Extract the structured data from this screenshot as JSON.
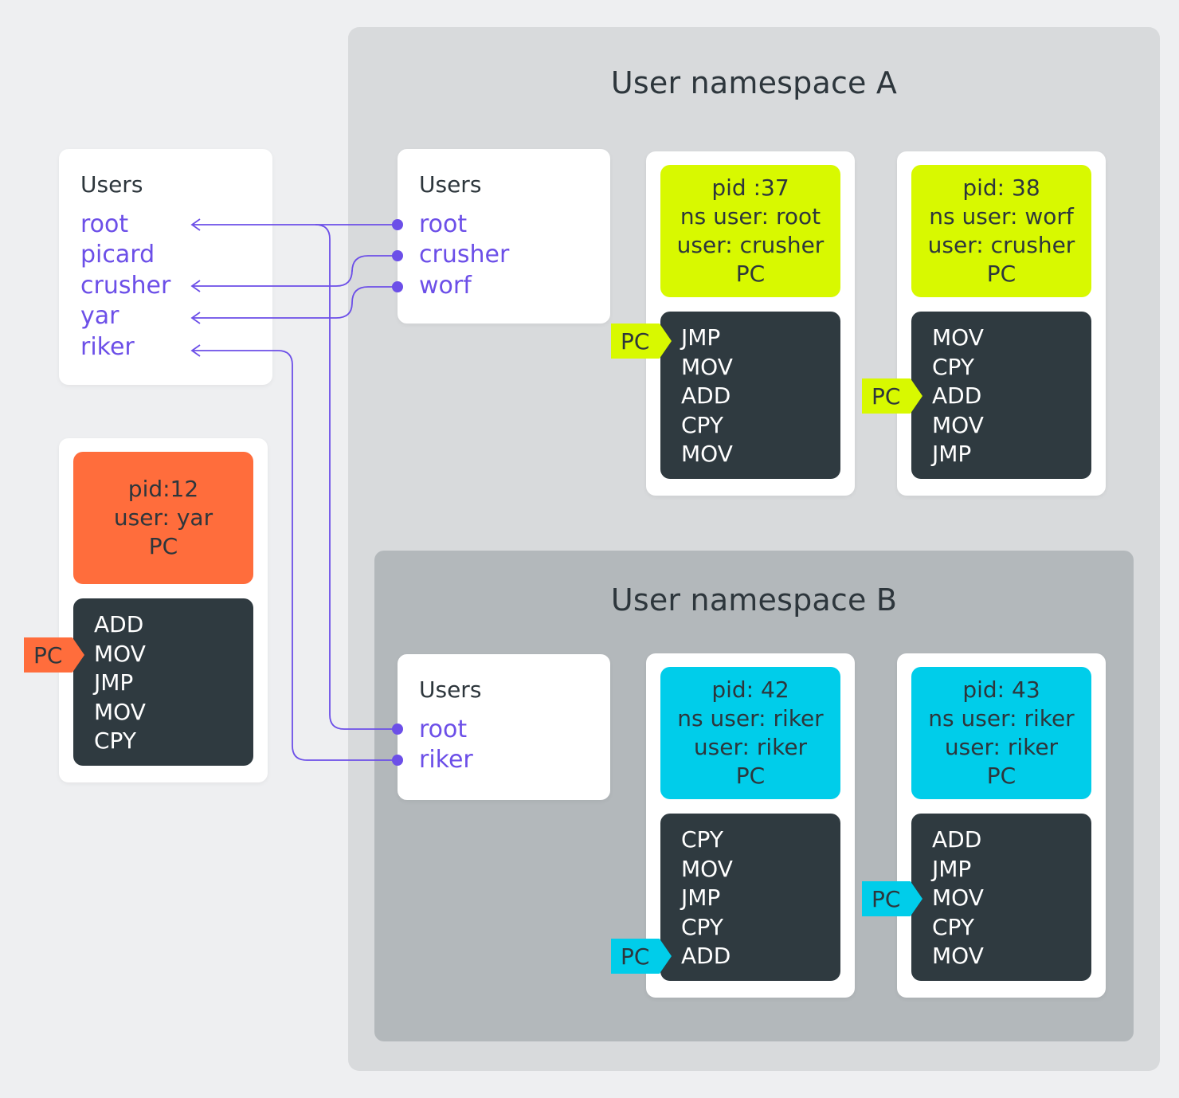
{
  "namespace_a": {
    "title": "User namespace A"
  },
  "namespace_b": {
    "title": "User namespace B"
  },
  "host_users": {
    "title": "Users",
    "items": [
      "root",
      "picard",
      "crusher",
      "yar",
      "riker"
    ]
  },
  "ns_a_users": {
    "title": "Users",
    "items": [
      "root",
      "crusher",
      "worf"
    ]
  },
  "ns_b_users": {
    "title": "Users",
    "items": [
      "root",
      "riker"
    ]
  },
  "host_process": {
    "info": [
      "pid:12",
      "user: yar",
      "PC"
    ],
    "code": [
      "ADD",
      "MOV",
      "JMP",
      "MOV",
      "CPY"
    ],
    "pc_label": "PC"
  },
  "ns_a_processes": [
    {
      "info": [
        "pid :37",
        "ns user: root",
        "user: crusher",
        "PC"
      ],
      "code": [
        "JMP",
        "MOV",
        "ADD",
        "CPY",
        "MOV"
      ],
      "pc_label": "PC"
    },
    {
      "info": [
        "pid: 38",
        "ns user: worf",
        "user: crusher",
        "PC"
      ],
      "code": [
        "MOV",
        "CPY",
        "ADD",
        "MOV",
        "JMP"
      ],
      "pc_label": "PC"
    }
  ],
  "ns_b_processes": [
    {
      "info": [
        "pid: 42",
        "ns user: riker",
        "user: riker",
        "PC"
      ],
      "code": [
        "CPY",
        "MOV",
        "JMP",
        "CPY",
        "ADD"
      ],
      "pc_label": "PC"
    },
    {
      "info": [
        "pid: 43",
        "ns user: riker",
        "user: riker",
        "PC"
      ],
      "code": [
        "ADD",
        "JMP",
        "MOV",
        "CPY",
        "MOV"
      ],
      "pc_label": "PC"
    }
  ],
  "colors": {
    "lime": "#d8f900",
    "cyan": "#00cdea",
    "orange": "#ff6d3c",
    "code_bg": "#2f3a40",
    "link": "#6c4fe8"
  }
}
